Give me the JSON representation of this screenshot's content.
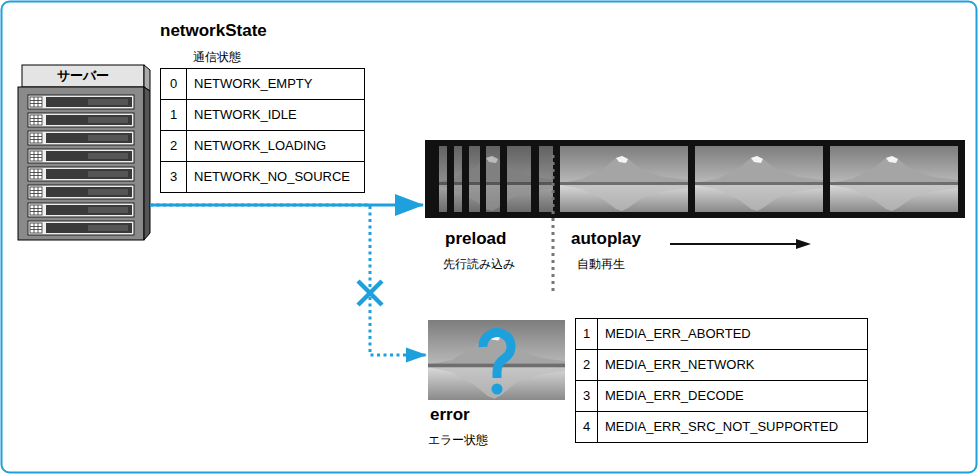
{
  "diagram": {
    "nodes": [
      {
        "text": [
          "サーバー"
        ]
      },
      {
        "text": [
          "preload",
          "先行読み込み",
          "autoplay",
          "自動再生"
        ]
      },
      {
        "text": [
          "error",
          "エラー状態"
        ]
      }
    ],
    "edges": [
      {
        "from": 0,
        "to": 1,
        "arrow": "to"
      },
      {
        "from": 0,
        "to": 2,
        "arrow": "to"
      }
    ],
    "labels": [
      "networkState",
      "通信状態",
      "0",
      "NETWORK_EMPTY",
      "1",
      "NETWORK_IDLE",
      "2",
      "NETWORK_LOADING",
      "3",
      "NETWORK_NO_SOURCE",
      "1",
      "MEDIA_ERR_ABORTED",
      "2",
      "MEDIA_ERR_NETWORK",
      "3",
      "MEDIA_ERR_DECODE",
      "4",
      "MEDIA_ERR_SRC_NOT_SUPPORTED"
    ]
  }
}
